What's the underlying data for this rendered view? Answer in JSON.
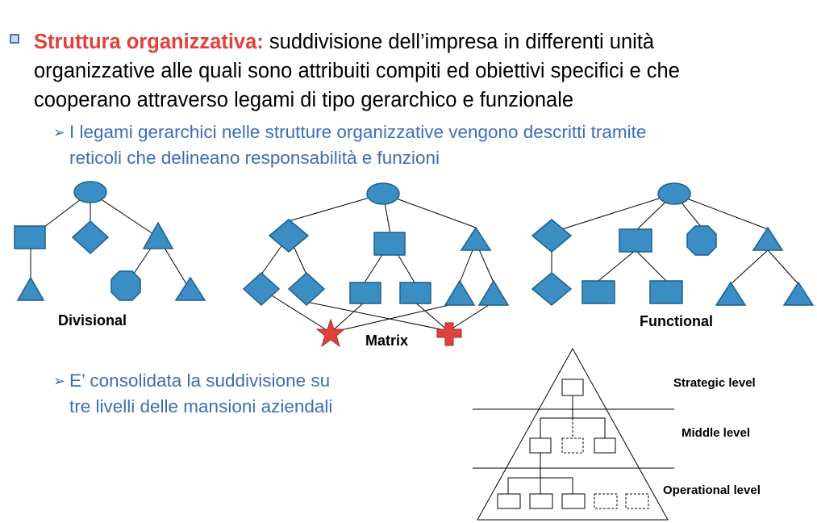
{
  "heading": {
    "term": "Struttura organizzativa:",
    "line1_rest": "suddivisione dell’impresa in differenti unità",
    "line2": "organizzative alle quali sono attribuiti compiti ed obiettivi specifici e che",
    "line3": "cooperano attraverso legami di tipo gerarchico e funzionale"
  },
  "sub1": {
    "line1": "I legami gerarchici nelle strutture organizzative vengono descritti tramite",
    "line2": "reticoli che delineano responsabilità e funzioni"
  },
  "sub2": {
    "line1": "E’ consolidata la suddivisione su",
    "line2": "tre livelli delle mansioni aziendali"
  },
  "diagrams": {
    "divisional_label": "Divisional",
    "matrix_label": "Matrix",
    "functional_label": "Functional"
  },
  "pyramid": {
    "strategic": "Strategic level",
    "middle": "Middle level",
    "operational": "Operational level"
  },
  "colors": {
    "shape_fill": "#3b8ec4",
    "shape_stroke": "#1f5f8a",
    "accent_red": "#e0413c",
    "sub_text": "#3d6db5"
  }
}
